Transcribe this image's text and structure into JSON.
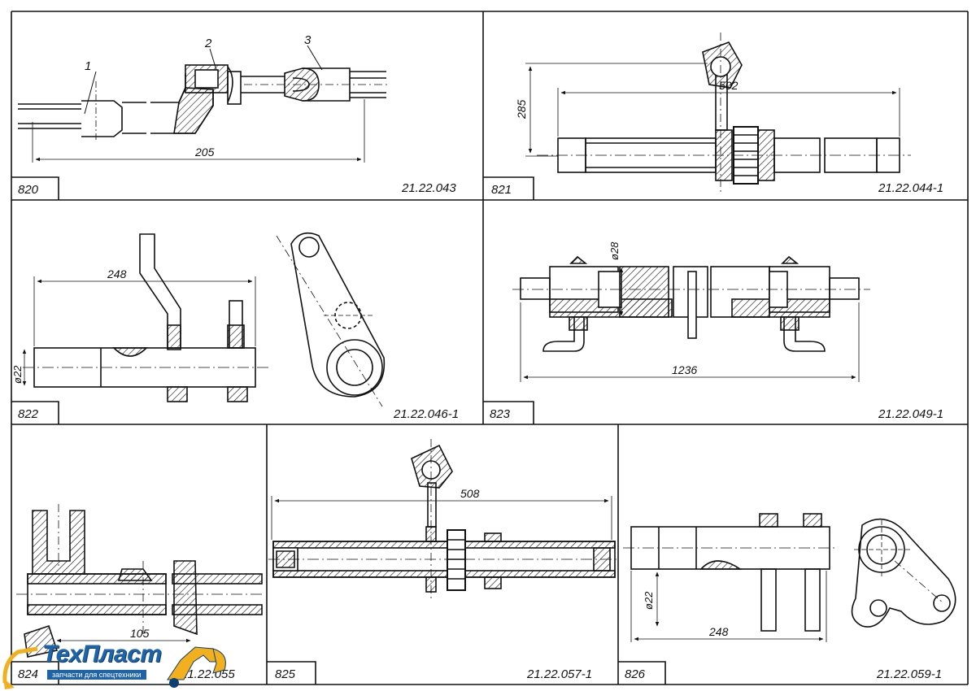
{
  "panels": [
    {
      "number": "820",
      "code": "21.22.043",
      "dimensions": [
        "205"
      ],
      "callouts": [
        "1",
        "2",
        "3"
      ]
    },
    {
      "number": "821",
      "code": "21.22.044-1",
      "dimensions": [
        "502",
        "285"
      ]
    },
    {
      "number": "822",
      "code": "21.22.046-1",
      "dimensions": [
        "248",
        "ø22"
      ]
    },
    {
      "number": "823",
      "code": "21.22.049-1",
      "dimensions": [
        "1236",
        "ø28"
      ]
    },
    {
      "number": "824",
      "code": "21.22.055",
      "dimensions": [
        "105"
      ]
    },
    {
      "number": "825",
      "code": "21.22.057-1",
      "dimensions": [
        "508"
      ]
    },
    {
      "number": "826",
      "code": "21.22.059-1",
      "dimensions": [
        "248",
        "ø22"
      ]
    }
  ],
  "logo": {
    "name": "ТехПласт",
    "tagline": "запчасти для спецтехники"
  },
  "colors": {
    "ink": "#111111",
    "logo_blue": "#1f63a8",
    "logo_yellow": "#f2b01e"
  }
}
